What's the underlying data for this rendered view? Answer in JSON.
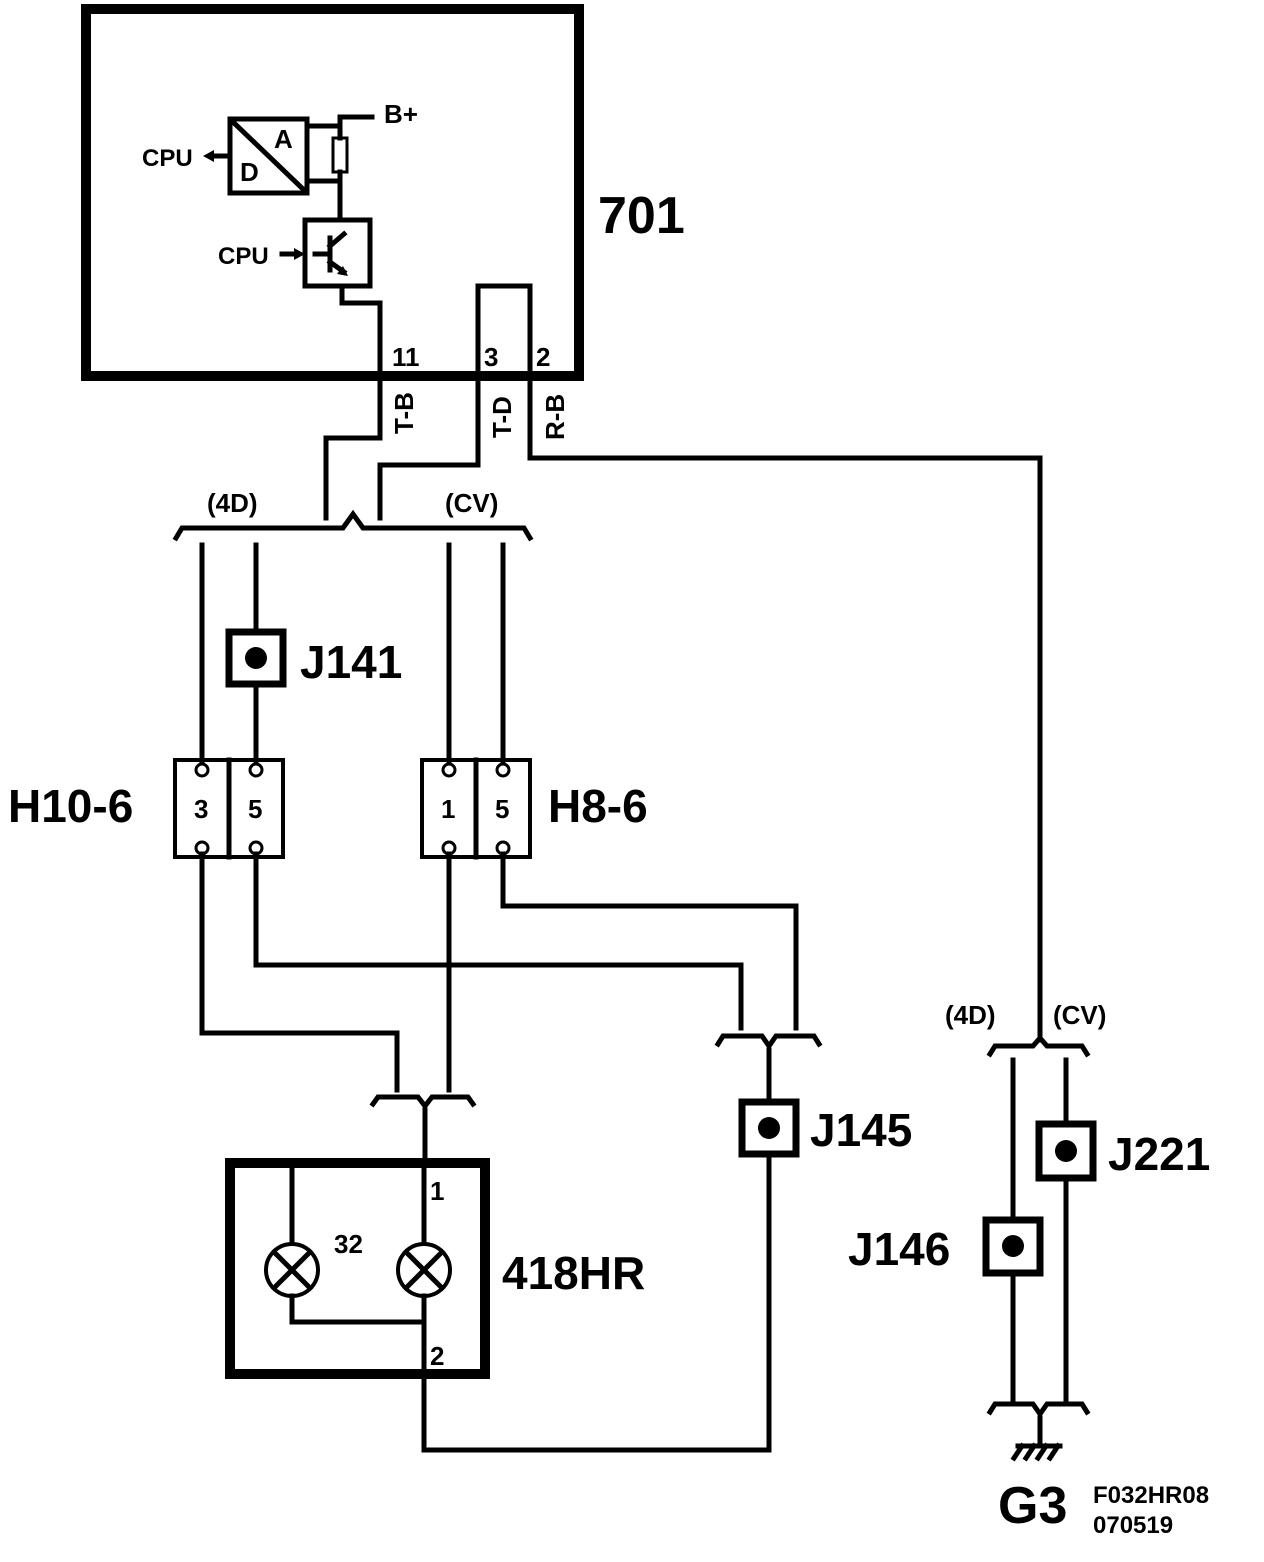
{
  "components": {
    "ecu": {
      "id": "701"
    },
    "adc": {
      "a": "A",
      "d": "D"
    },
    "cpu_out": "CPU",
    "cpu_in": "CPU",
    "supply": "B+",
    "lamp_unit": {
      "id": "418HR",
      "bulb_label": "32",
      "pin1": "1",
      "pin2": "2"
    },
    "ground": {
      "id": "G3"
    }
  },
  "pins": {
    "p11": {
      "num": "11",
      "wire": "T-B"
    },
    "p3": {
      "num": "3",
      "wire": "T-D"
    },
    "p2": {
      "num": "2",
      "wire": "R-B"
    }
  },
  "variants": {
    "four_door": "(4D)",
    "convertible": "(CV)"
  },
  "connectors": {
    "h10": {
      "id": "H10-6",
      "pins": [
        "3",
        "5"
      ]
    },
    "h8": {
      "id": "H8-6",
      "pins": [
        "1",
        "5"
      ]
    }
  },
  "junctions": {
    "j141": "J141",
    "j145": "J145",
    "j146": "J146",
    "j221": "J221"
  },
  "footer": {
    "code": "F032HR08",
    "date": "070519"
  }
}
